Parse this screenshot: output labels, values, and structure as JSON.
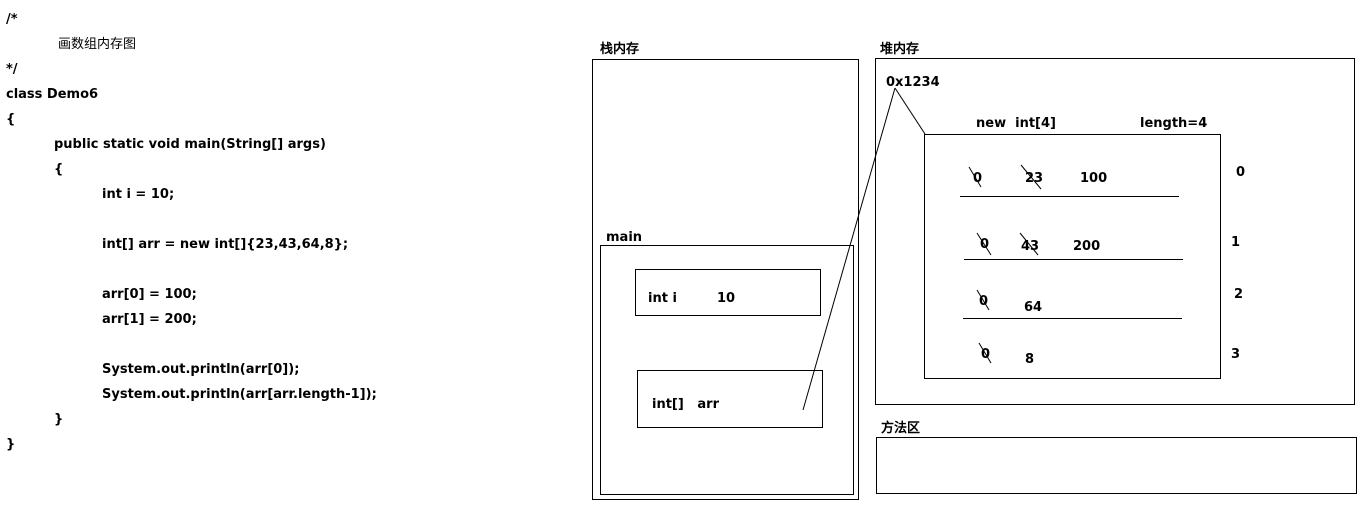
{
  "code": {
    "lines": [
      "/*",
      "画数组内存图",
      "*/",
      "class Demo6",
      "{",
      "public static void main(String[] args)",
      "{",
      "int i = 10;",
      "int[] arr = new int[]{23,43,64,8};",
      "arr[0] = 100;",
      "arr[1] = 200;",
      "System.out.println(arr[0]);",
      "System.out.println(arr[arr.length-1]);",
      "}",
      "}"
    ]
  },
  "stack": {
    "title": "栈内存",
    "frame_title": "main",
    "var_i": {
      "name": "int i",
      "value": "10"
    },
    "var_arr": {
      "name": "int[]   arr"
    }
  },
  "heap": {
    "title": "堆内存",
    "address": "0x1234",
    "array_header": "new  int[4]",
    "length_label": "length=4",
    "rows": [
      {
        "old": [
          "0",
          "23"
        ],
        "value": "100",
        "index": "0"
      },
      {
        "old": [
          "0",
          "43"
        ],
        "value": "200",
        "index": "1"
      },
      {
        "old": [
          "0"
        ],
        "value": "64",
        "index": "2"
      },
      {
        "old": [
          "0"
        ],
        "value": "8",
        "index": "3"
      }
    ]
  },
  "method_area": {
    "title": "方法区"
  }
}
